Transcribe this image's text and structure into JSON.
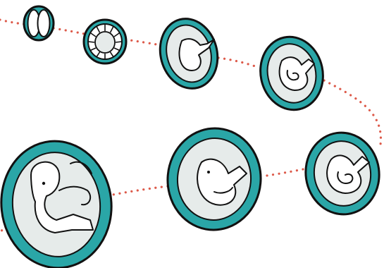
{
  "colors": {
    "background": "#ffffff",
    "membrane": "#2aa6a7",
    "cavity": "#e6ebea",
    "outline": "#111111",
    "embryo": "#ffffff",
    "path": "#dd5a4a"
  },
  "stages": [
    {
      "id": 1,
      "form": "two-cell-zygote"
    },
    {
      "id": 2,
      "form": "blastocyst"
    },
    {
      "id": 3,
      "form": "early-embryo"
    },
    {
      "id": 4,
      "form": "curled-embryo"
    },
    {
      "id": 5,
      "form": "coiled-embryo"
    },
    {
      "id": 6,
      "form": "developing-embryo"
    },
    {
      "id": 7,
      "form": "fetus"
    }
  ]
}
